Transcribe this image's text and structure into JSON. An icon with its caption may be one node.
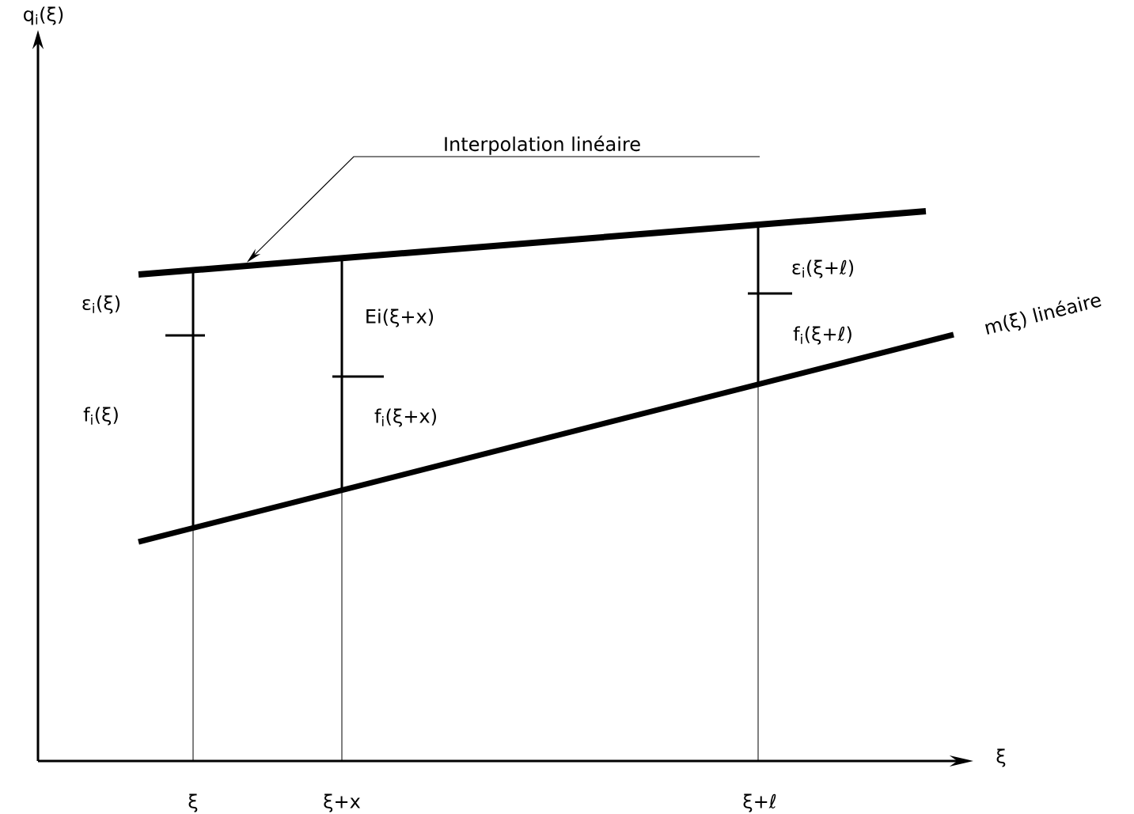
{
  "diagram": {
    "nodes": [
      {
        "text": [
          "Interpolation linéaire"
        ]
      },
      {
        "text": [],
        "shape": "bar"
      }
    ],
    "edges": [
      {
        "from": 0,
        "to": 1,
        "arrow": "to"
      }
    ],
    "labels": [
      "q$_{i}$(ξ)",
      "ε$_{i}$(ξ+ℓ)",
      "m(ξ) linéaire",
      "ε$_{i}$(ξ)",
      "Ei(ξ+x)",
      "f$_{i}$(ξ+ℓ)",
      "f$_{i}$(ξ)",
      "f$_{i}$(ξ+x)",
      "ξ",
      "ξ",
      "ξ+x",
      "ξ+ℓ"
    ]
  }
}
